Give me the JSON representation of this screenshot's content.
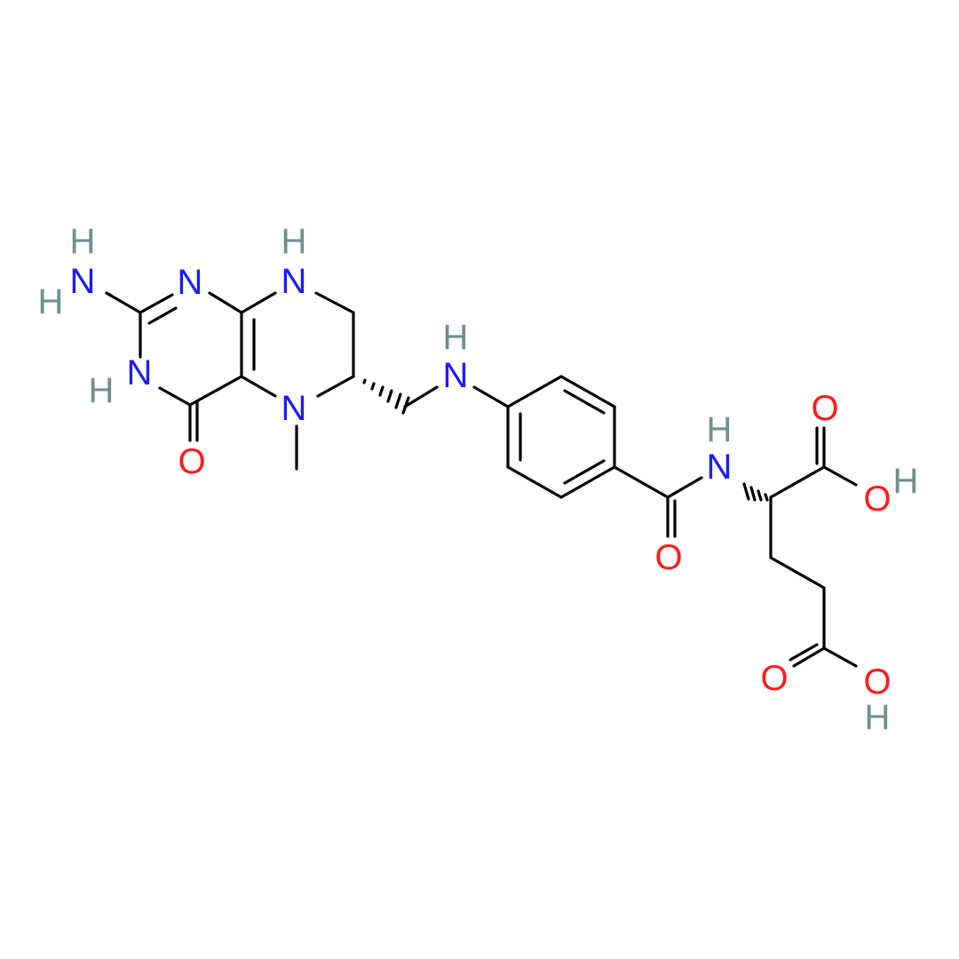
{
  "colors": {
    "background": "#ffffff",
    "bond": "#000000",
    "N": "#1a1aff",
    "O": "#ff1a1a",
    "H": "#6f8f8f"
  },
  "atoms": {
    "nh2_h_top": "H",
    "nh2_n": "N",
    "nh2_h_left": "H",
    "n1": "N",
    "n3": "N",
    "n3_h": "H",
    "o4": "O",
    "n8": "N",
    "n8_h": "H",
    "n5": "N",
    "n10": "N",
    "n10_h": "H",
    "amide_o": "O",
    "amide_n": "N",
    "amide_nh": "H",
    "acid1_o_double": "O",
    "acid1_o": "O",
    "acid1_h": "H",
    "acid2_o_double": "O",
    "acid2_o": "O",
    "acid2_h": "H"
  }
}
